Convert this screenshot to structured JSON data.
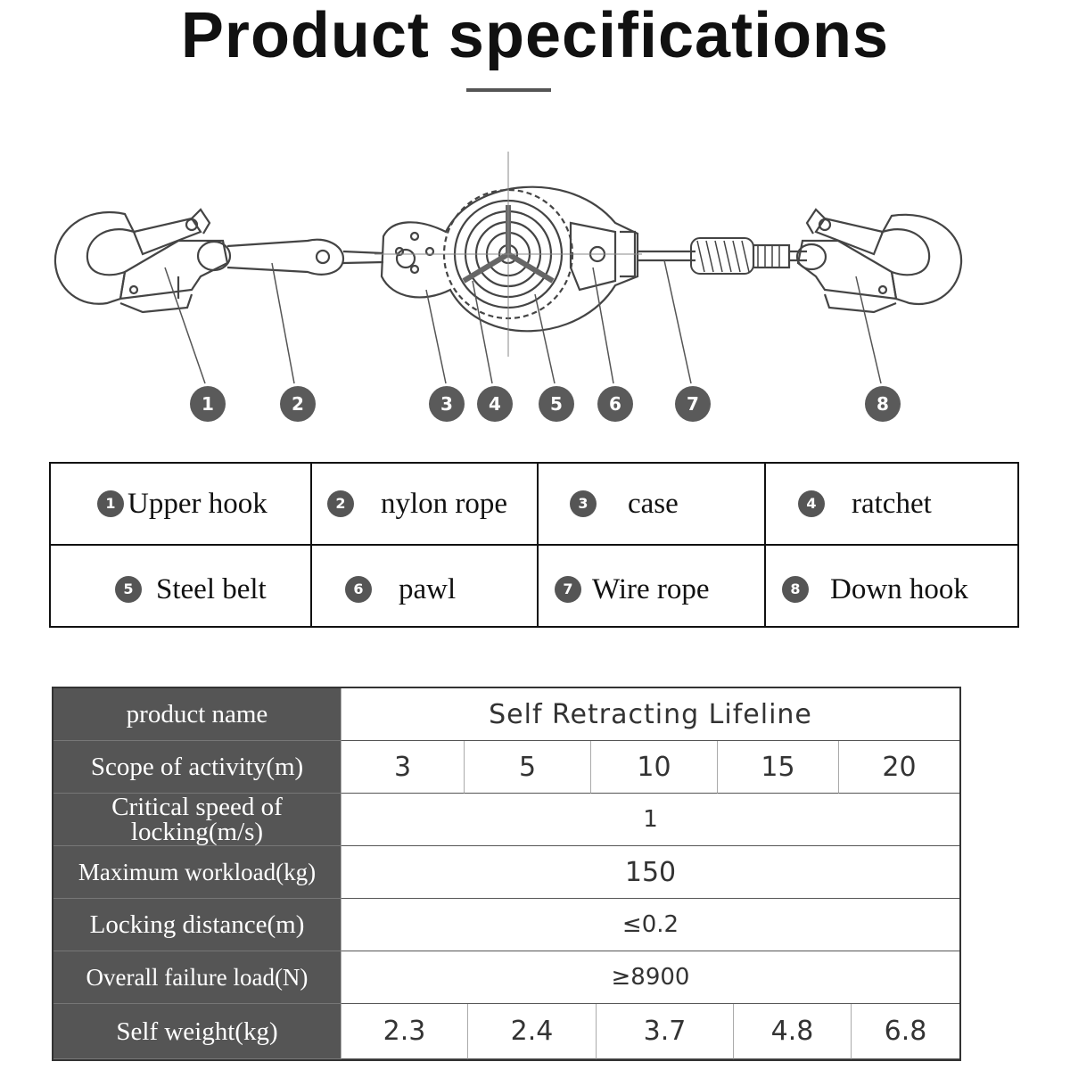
{
  "title": "Product specifications",
  "callouts": [
    "1",
    "2",
    "3",
    "4",
    "5",
    "6",
    "7",
    "8"
  ],
  "parts": [
    {
      "num": "1",
      "label": "Upper hook"
    },
    {
      "num": "2",
      "label": "nylon rope"
    },
    {
      "num": "3",
      "label": "case"
    },
    {
      "num": "4",
      "label": "ratchet"
    },
    {
      "num": "5",
      "label": "Steel belt"
    },
    {
      "num": "6",
      "label": "pawl"
    },
    {
      "num": "7",
      "label": "Wire rope"
    },
    {
      "num": "8",
      "label": "Down hook"
    }
  ],
  "spec": {
    "product_name": {
      "label": "product name",
      "value": "Self Retracting Lifeline"
    },
    "scope": {
      "label": "Scope of activity(m)",
      "values": [
        "3",
        "5",
        "10",
        "15",
        "20"
      ]
    },
    "critical_speed": {
      "label": "Critical speed of locking(m/s)",
      "value": "1"
    },
    "max_workload": {
      "label": "Maximum workload(kg)",
      "value": "150"
    },
    "locking_distance": {
      "label": "Locking distance(m)",
      "value": "≤0.2"
    },
    "failure_load": {
      "label": "Overall failure load(N)",
      "value": "≥8900"
    },
    "self_weight": {
      "label": "Self weight(kg)",
      "values": [
        "2.3",
        "2.4",
        "3.7",
        "4.8",
        "6.8"
      ]
    }
  },
  "colors": {
    "header_fill": "#555555",
    "badge_fill": "#5a5a5a",
    "line": "#111111"
  }
}
